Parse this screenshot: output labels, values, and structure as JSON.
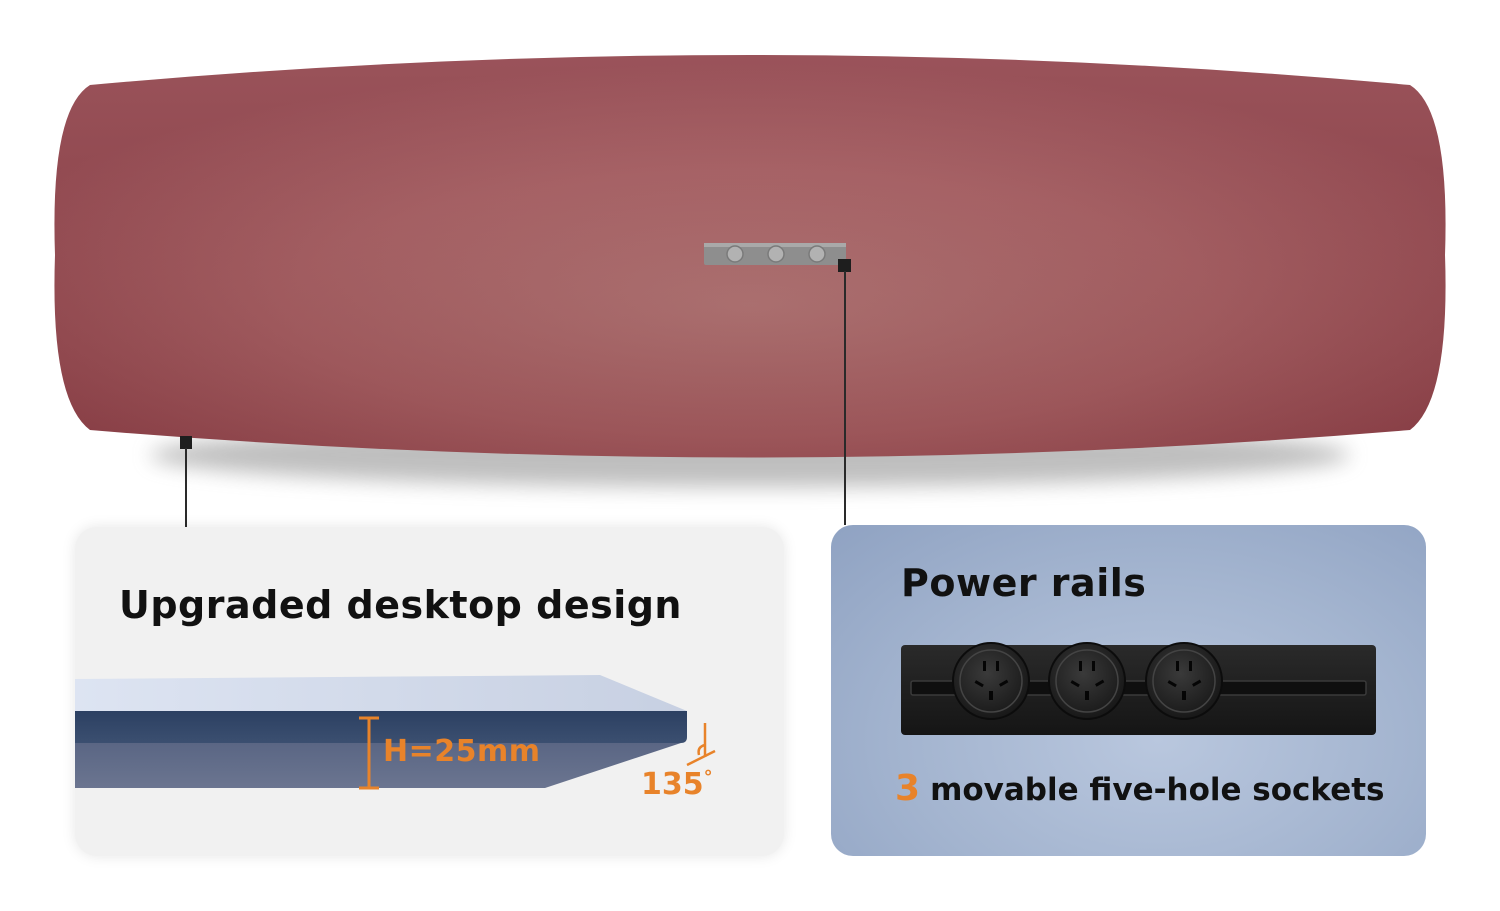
{
  "desk": {
    "top_color": "#a6545a",
    "accent": "#e8832a"
  },
  "callouts": {
    "left": {
      "title": "Upgraded desktop design",
      "thickness_label": "H=25mm",
      "angle_value": "135",
      "angle_unit": "°",
      "board_top_color": "#dfe5f1",
      "board_edge_color": "#2e4466"
    },
    "right": {
      "title": "Power rails",
      "socket_count": "3",
      "caption": "movable five-hole sockets",
      "rail_color": "#1f1f1f"
    }
  },
  "icons": [
    "socket-icon",
    "socket-icon",
    "socket-icon"
  ]
}
